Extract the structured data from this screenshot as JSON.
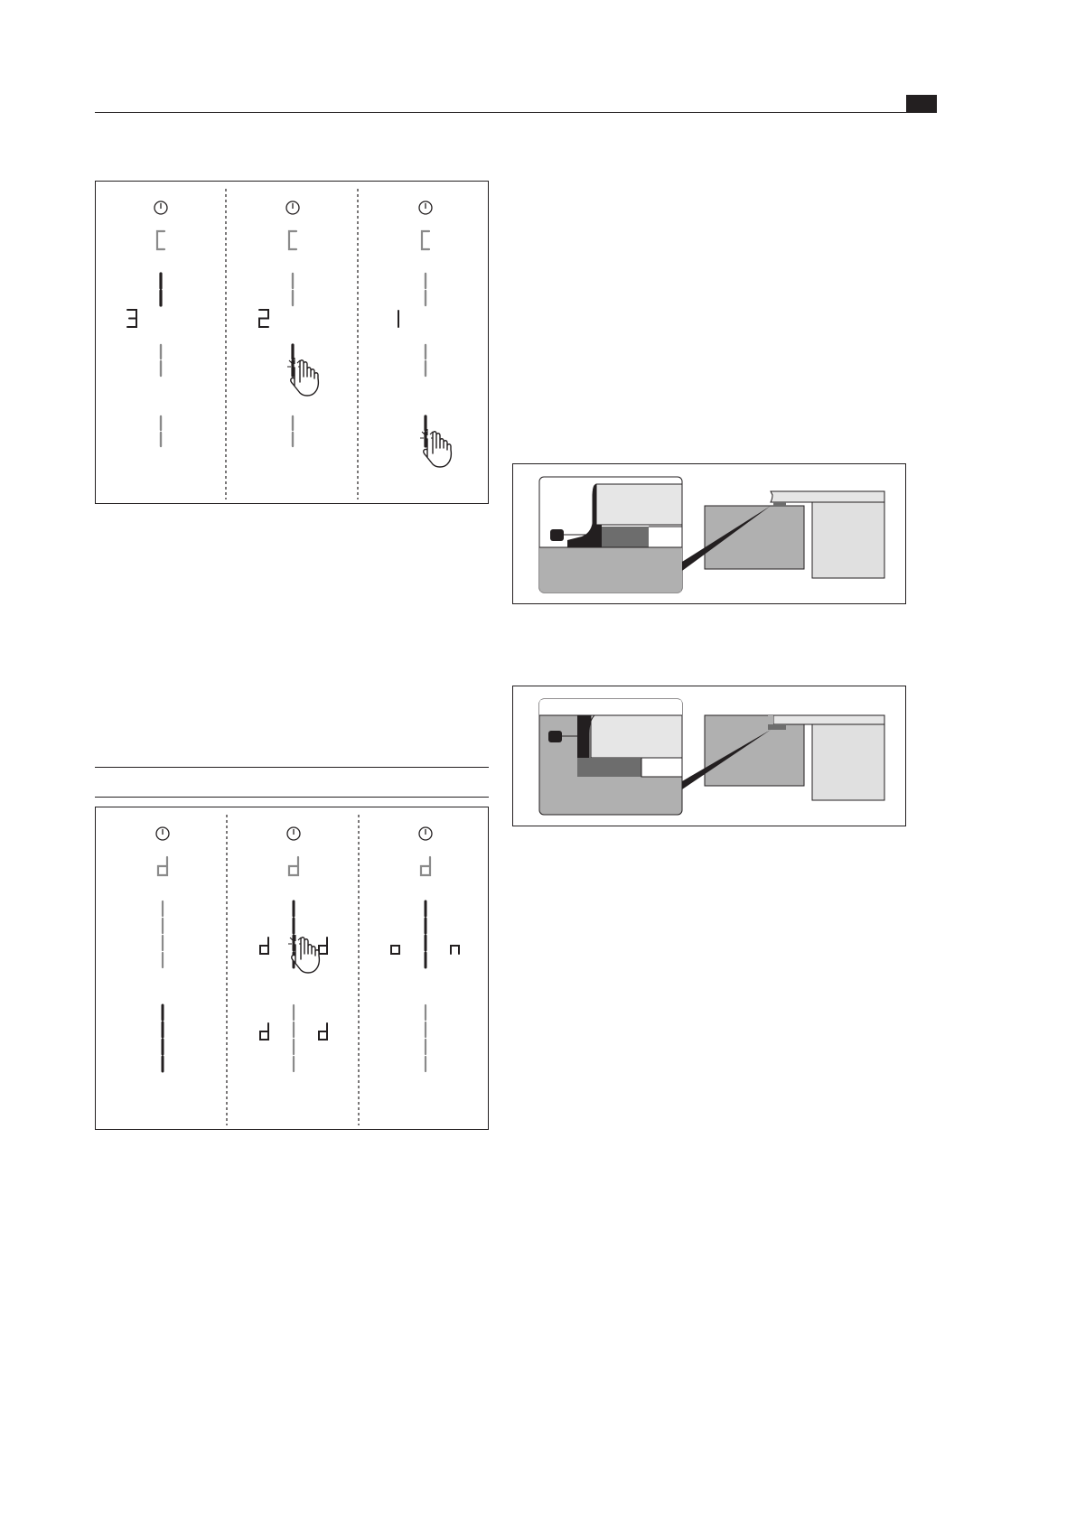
{
  "page": {
    "colors": {
      "ink": "#231f20",
      "segment_dim": "#8a8a8a",
      "segment_dark": "#231f20",
      "panel_grey": "#b0b0b0",
      "panel_dark_grey": "#6d6d6d",
      "panel_light_grey": "#e0e0e0"
    }
  },
  "lock_figure": {
    "columns": [
      {
        "power_icon": "power-icon",
        "mode_symbol": "C",
        "countdown": "3",
        "finger": "none"
      },
      {
        "power_icon": "power-icon",
        "mode_symbol": "C",
        "countdown": "2",
        "finger": "middle-slider"
      },
      {
        "power_icon": "power-icon",
        "mode_symbol": "C",
        "countdown": "1",
        "finger": "bottom-slider"
      }
    ]
  },
  "demo_figure": {
    "columns": [
      {
        "power_icon": "power-icon",
        "mode_symbol": "d",
        "mid_left": "",
        "mid_right": "",
        "low_left": "",
        "low_right": ""
      },
      {
        "power_icon": "power-icon",
        "mode_symbol": "d",
        "mid_left": "d",
        "mid_right": "d",
        "low_left": "d",
        "low_right": "d"
      },
      {
        "power_icon": "power-icon",
        "mode_symbol": "d",
        "mid_left": "o",
        "mid_right": "n",
        "low_left": "",
        "low_right": ""
      }
    ]
  },
  "installation_figures": [
    {
      "variant": "overlapping-hob",
      "icon": "hob-edge-detail-icon"
    },
    {
      "variant": "flush-hob",
      "icon": "hob-edge-detail-icon"
    }
  ]
}
